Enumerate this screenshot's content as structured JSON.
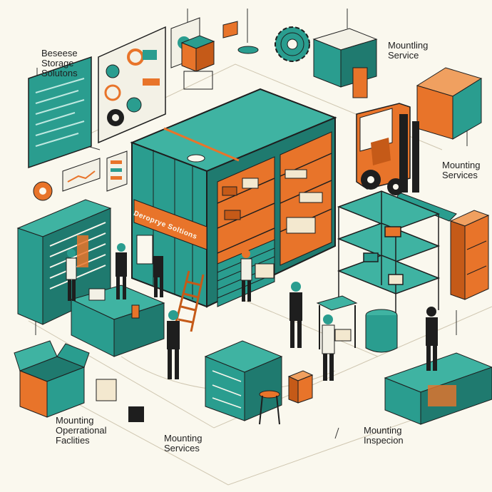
{
  "labels": {
    "storage_solutions": [
      "Beseese",
      "Storage",
      "Solutons"
    ],
    "mounting_service_top": [
      "Mountling",
      "Service"
    ],
    "mounting_services_right": [
      "Mounting",
      "Services"
    ],
    "operational_facilities": [
      "Mounting",
      "Operrational",
      "Faclities"
    ],
    "mounting_services_bottom": [
      "Mounting",
      "Services"
    ],
    "mounting_inspection": [
      "Mounting",
      "Inspecion"
    ]
  },
  "building_sign": "Deroprye Soltions",
  "colors": {
    "background": "#faf8ee",
    "teal": "#2a9d8f",
    "teal_dark": "#1f7a6f",
    "teal_light": "#3fb3a2",
    "orange": "#e8742a",
    "cream": "#f3e8cf",
    "ink": "#1e1e1e"
  }
}
